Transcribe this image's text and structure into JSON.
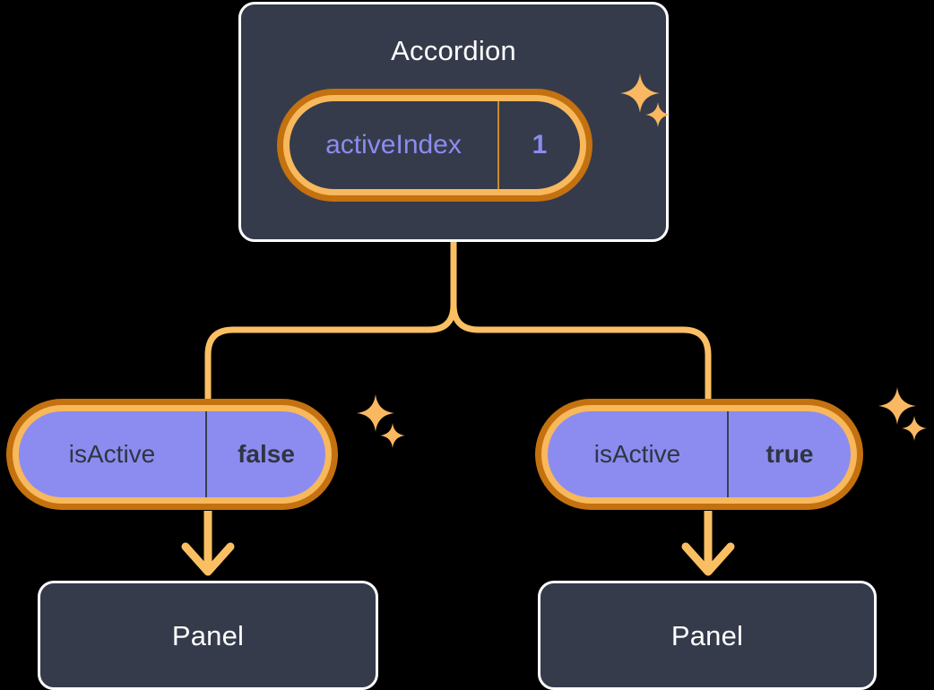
{
  "theme": {
    "background": "#000000",
    "card_bg": "#353B4B",
    "card_border": "#FFFFFF",
    "card_text": "#FFFFFF",
    "pill_ring_inner": "#F8B85C",
    "pill_ring_outer": "#C4710F",
    "pill_purple_fill": "#8C8CF0",
    "pill_purple_text": "#2F3542",
    "pill_dark_text": "#8C8CF0",
    "connector": "#FBBF63",
    "sparkle": "#F9B861"
  },
  "diagram": {
    "type": "component-state-tree",
    "root": {
      "title": "Accordion",
      "state": {
        "key": "activeIndex",
        "value": "1"
      },
      "sparkle_icon": "sparkles-icon"
    },
    "children": [
      {
        "state": {
          "key": "isActive",
          "value": "false"
        },
        "panel": {
          "title": "Panel"
        },
        "sparkle_icon": "sparkles-icon",
        "arrow_icon": "arrow-down-icon"
      },
      {
        "state": {
          "key": "isActive",
          "value": "true"
        },
        "panel": {
          "title": "Panel"
        },
        "sparkle_icon": "sparkles-icon",
        "arrow_icon": "arrow-down-icon"
      }
    ]
  }
}
